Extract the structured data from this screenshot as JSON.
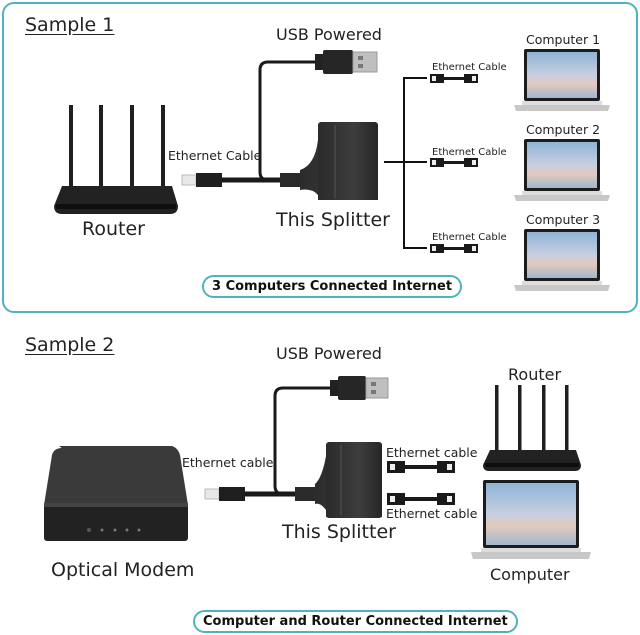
{
  "panels": [
    {
      "title": "Sample 1",
      "usb_label": "USB Powered",
      "input_cable_label": "Ethernet Cable",
      "source_device": "Router",
      "splitter_label": "This Splitter",
      "output_cable_labels": [
        "Ethernet Cable",
        "Ethernet Cable",
        "Ethernet Cable"
      ],
      "targets": [
        "Computer 1",
        "Computer 2",
        "Computer 3"
      ],
      "caption": "3 Computers Connected Internet"
    },
    {
      "title": "Sample 2",
      "usb_label": "USB Powered",
      "input_cable_label": "Ethernet cable",
      "source_device": "Optical Modem",
      "splitter_label": "This Splitter",
      "output_cable_labels": [
        "Ethernet cable",
        "Ethernet cable"
      ],
      "targets": [
        "Router",
        "Computer"
      ],
      "caption": "Computer and Router Connected Internet"
    }
  ],
  "colors": {
    "frame": "#4fb3bd",
    "device": "#1f1f1f"
  }
}
